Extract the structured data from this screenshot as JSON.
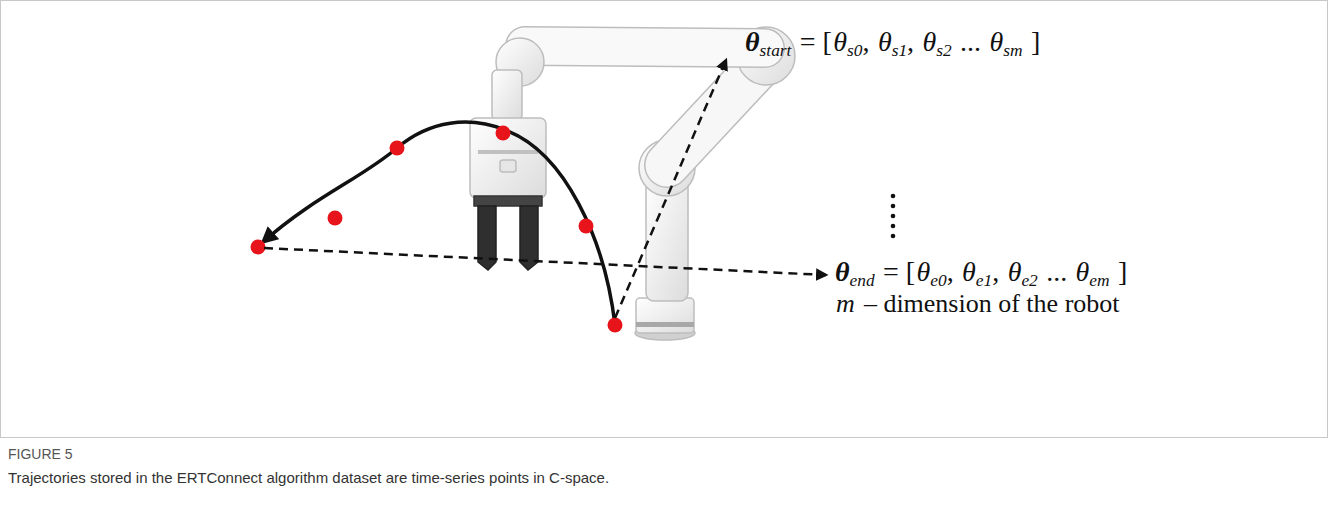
{
  "diagram": {
    "caption": "Trajectories stored in the ERTConnect algorithm dataset are time-series points in C-space.",
    "labels": [
      "θ",
      "start",
      "= [",
      "θ",
      "s0",
      ",",
      "θ",
      "s1",
      ",",
      "θ",
      "s2",
      "...",
      "θ",
      "sm",
      "]",
      "θ",
      "end",
      "= [",
      "θ",
      "e0",
      ",",
      "θ",
      "e1",
      ",",
      "θ",
      "e2",
      "...",
      "θ",
      "em",
      "]",
      "m",
      "– dimension of the robot",
      "FIGURE 5"
    ]
  }
}
